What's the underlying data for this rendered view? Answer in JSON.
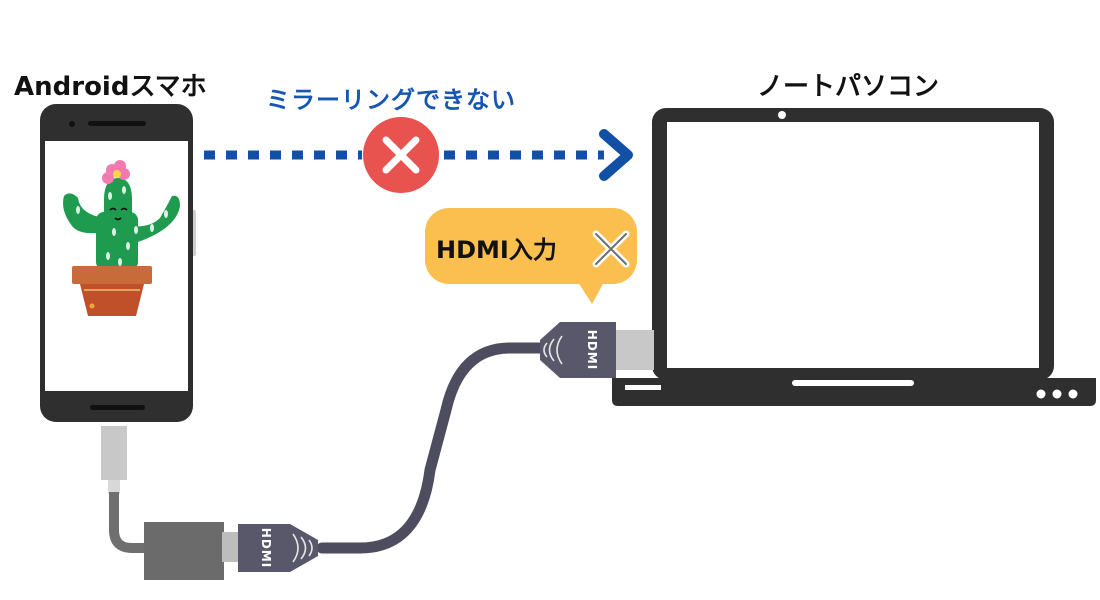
{
  "labels": {
    "phone": "Androidスマホ",
    "laptop": "ノートパソコン",
    "mirroring": "ミラーリングできない",
    "hdmi_input": "HDMI入力",
    "connector_left": "HDMI",
    "connector_right": "HDMI"
  },
  "colors": {
    "arrow": "#1250a6",
    "error": "#e8524f",
    "bubble": "#fbbf4f",
    "cable": "#4d4d5f",
    "connector": "#58586a",
    "adapter": "#6b6b6b",
    "device": "#2f2f2f"
  },
  "icons": {
    "error": "x-circle-icon",
    "not_supported": "x-mark-icon",
    "arrow_head": "chevron-right-icon"
  }
}
